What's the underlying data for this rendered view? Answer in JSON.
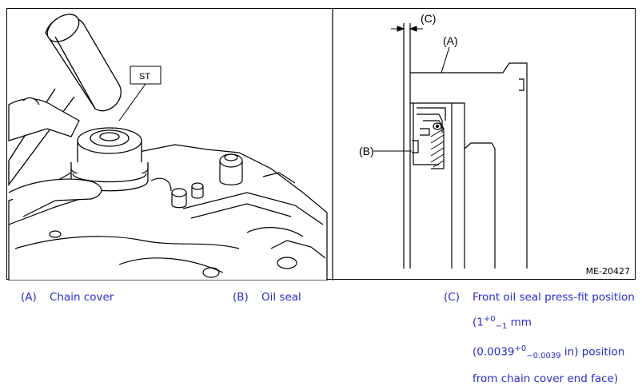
{
  "figure": {
    "left_labels": {
      "st": "ST"
    },
    "right_labels": {
      "a": "(A)",
      "b": "(B)",
      "c": "(C)"
    },
    "figure_code": "ME-20427"
  },
  "legend": {
    "a": {
      "key": "(A)",
      "text": "Chain cover"
    },
    "b": {
      "key": "(B)",
      "text": "Oil seal"
    },
    "c": {
      "key": "(C)",
      "line1": "Front oil seal press-fit position",
      "l2_pre": "(1",
      "l2_sup": "+0",
      "l2_sub": "−1",
      "l2_post": " mm",
      "l3_pre": "(0.0039",
      "l3_sup": "+0",
      "l3_sub": "−0.0039",
      "l3_post": " in) position",
      "line4": "from chain cover end face)"
    }
  },
  "colors": {
    "legend": "#2b2bd6",
    "line": "#000000"
  }
}
